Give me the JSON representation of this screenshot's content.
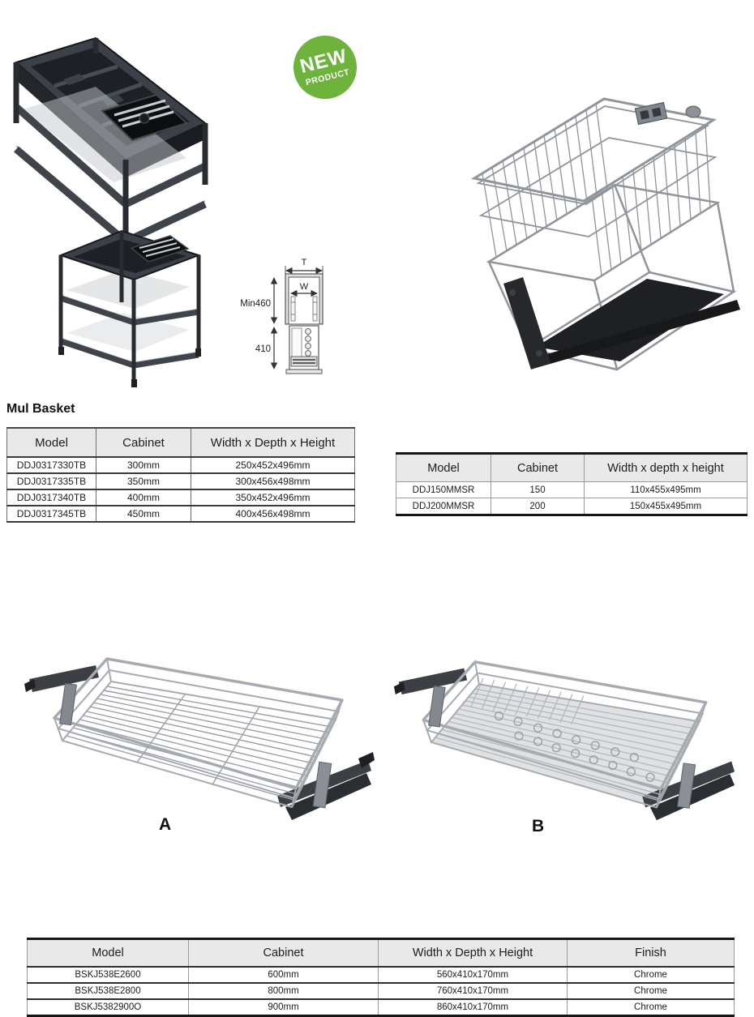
{
  "badge": {
    "line1": "NEW",
    "line2": "PRODUCT",
    "color": "#6eb33c"
  },
  "section": {
    "title": "Mul Basket"
  },
  "diagram": {
    "top_width_label": "T",
    "inner_width_label": "W",
    "upper_height_label": "Min460",
    "lower_height_label": "410"
  },
  "variant_labels": {
    "a": "A",
    "b": "B"
  },
  "tables": {
    "mul_basket": {
      "headers": [
        "Model",
        "Cabinet",
        "Width x Depth x Height"
      ],
      "rows": [
        [
          "DDJ0317330TB",
          "300mm",
          "250x452x496mm"
        ],
        [
          "DDJ0317335TB",
          "350mm",
          "300x456x498mm"
        ],
        [
          "DDJ0317340TB",
          "400mm",
          "350x452x496mm"
        ],
        [
          "DDJ0317345TB",
          "450mm",
          "400x456x498mm"
        ]
      ]
    },
    "mmsr": {
      "headers": [
        "Model",
        "Cabinet",
        "Width x depth x height"
      ],
      "rows": [
        [
          "DDJ150MMSR",
          "150",
          "110x455x495mm"
        ],
        [
          "DDJ200MMSR",
          "200",
          "150x455x495mm"
        ]
      ]
    },
    "bskj": {
      "headers": [
        "Model",
        "Cabinet",
        "Width x Depth x Height",
        "Finish"
      ],
      "rows": [
        [
          "BSKJ538E2600",
          "600mm",
          "560x410x170mm",
          "Chrome"
        ],
        [
          "BSKJ538E2800",
          "800mm",
          "760x410x170mm",
          "Chrome"
        ],
        [
          "BSKJ5382900O",
          "900mm",
          "860x410x170mm",
          "Chrome"
        ]
      ]
    }
  }
}
